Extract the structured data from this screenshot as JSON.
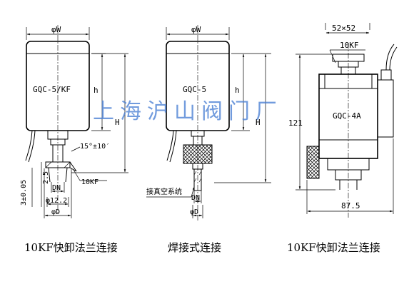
{
  "watermark": "上海沪山阀门厂",
  "views": [
    {
      "model": "GQC-5/KF",
      "caption": "10KF快卸法兰连接",
      "dims": {
        "width": "φW",
        "h": "h",
        "H": "H",
        "angle": "15°±10′",
        "flange": "10KF",
        "d1": "3±0.05",
        "d2": "2.5",
        "dn": "DN",
        "d12": "φ12.2",
        "phiD": "φD"
      }
    },
    {
      "model": "GQC-5",
      "caption": "焊接式连接",
      "dims": {
        "width": "φW",
        "h": "h",
        "H": "H",
        "dn": "DN",
        "phiD": "φD"
      },
      "note": "接真空系统"
    },
    {
      "model": "GQC-4A",
      "caption": "10KF快卸法兰连接",
      "dims": {
        "size": "52×52",
        "flange": "10KF",
        "height": "121",
        "length": "87.5"
      }
    }
  ]
}
